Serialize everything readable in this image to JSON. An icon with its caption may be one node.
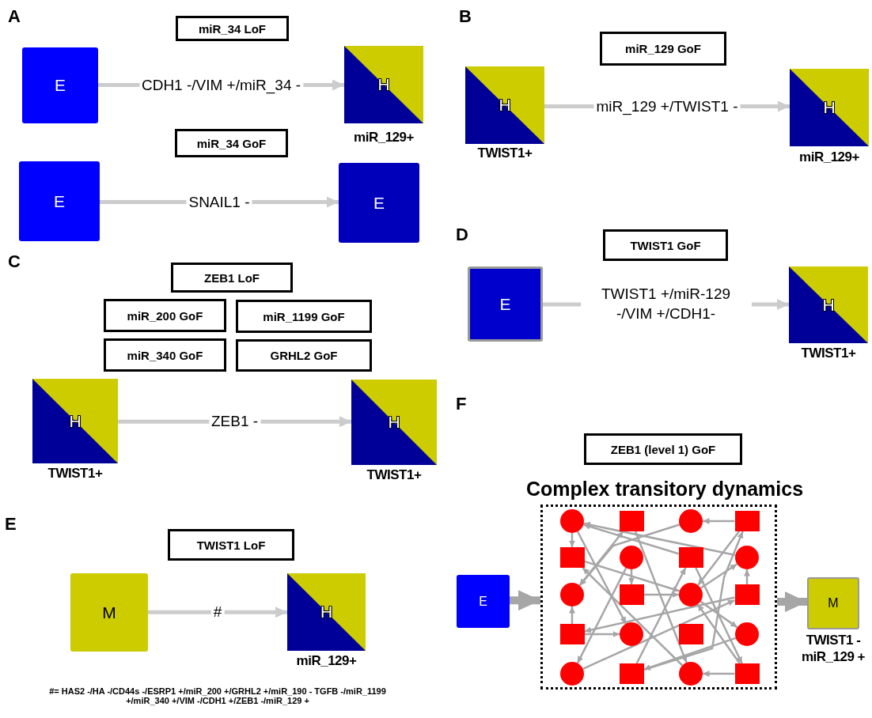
{
  "diagram": {
    "nodes": [
      {
        "text": [
          "miR_34 LoF"
        ]
      },
      {
        "text": [
          "E"
        ]
      },
      {
        "text": [
          "H"
        ],
        "beside": [
          "miR_129+"
        ]
      },
      {
        "text": [
          "miR_34 GoF"
        ]
      },
      {
        "text": [
          "E"
        ]
      },
      {
        "text": [
          "E"
        ]
      },
      {
        "text": [
          "miR_129 GoF"
        ]
      },
      {
        "text": [
          "H"
        ],
        "beside": [
          "TWIST1+"
        ]
      },
      {
        "text": [
          "H"
        ],
        "beside": [
          "miR_129+"
        ]
      },
      {
        "text": [
          "ZEB1 LoF"
        ]
      },
      {
        "text": [
          "miR_200 GoF"
        ]
      },
      {
        "text": [
          "miR_1199 GoF"
        ]
      },
      {
        "text": [
          "miR_340 GoF"
        ]
      },
      {
        "text": [
          "GRHL2 GoF"
        ]
      },
      {
        "text": [
          "H"
        ],
        "beside": [
          "TWIST1+"
        ]
      },
      {
        "text": [
          "H"
        ],
        "beside": [
          "TWIST1+"
        ]
      },
      {
        "text": [
          "TWIST1 GoF"
        ]
      },
      {
        "text": [
          "E"
        ]
      },
      {
        "text": [
          "H"
        ],
        "beside": [
          "TWIST1+"
        ]
      },
      {
        "text": [
          "TWIST1 LoF"
        ]
      },
      {
        "text": [
          "M"
        ]
      },
      {
        "text": [
          "H"
        ],
        "beside": [
          "miR_129+"
        ]
      },
      {
        "text": [
          "ZEB1 (level 1) GoF"
        ]
      },
      {
        "text": [
          "E"
        ]
      },
      {
        "text": [
          "Complex transitory dynamics"
        ]
      },
      {
        "text": [],
        "shape": "circle",
        "in": 24
      },
      {
        "text": [],
        "shape": "box",
        "in": 24
      },
      {
        "text": [],
        "shape": "circle",
        "in": 24
      },
      {
        "text": [],
        "shape": "box",
        "in": 24
      },
      {
        "text": [],
        "shape": "box",
        "in": 24
      },
      {
        "text": [],
        "shape": "circle",
        "in": 24
      },
      {
        "text": [],
        "shape": "box",
        "in": 24
      },
      {
        "text": [],
        "shape": "circle",
        "in": 24
      },
      {
        "text": [],
        "shape": "circle",
        "in": 24
      },
      {
        "text": [],
        "shape": "box",
        "in": 24
      },
      {
        "text": [],
        "shape": "circle",
        "in": 24
      },
      {
        "text": [],
        "shape": "box",
        "in": 24
      },
      {
        "text": [],
        "shape": "box",
        "in": 24
      },
      {
        "text": [],
        "shape": "circle",
        "in": 24
      },
      {
        "text": [],
        "shape": "box",
        "in": 24
      },
      {
        "text": [],
        "shape": "circle",
        "in": 24
      },
      {
        "text": [],
        "shape": "circle",
        "in": 24
      },
      {
        "text": [],
        "shape": "box",
        "in": 24
      },
      {
        "text": [],
        "shape": "circle",
        "in": 24
      },
      {
        "text": [],
        "shape": "box",
        "in": 24
      },
      {
        "text": [
          "M"
        ],
        "beside": [
          "TWIST1 - miR_129 +"
        ]
      }
    ],
    "edges": [
      {
        "from": 1,
        "to": 2,
        "arrow": "to",
        "label": "CDH1 -/VIM +/miR_34 -",
        "style": "thick",
        "color": "#cccccc"
      },
      {
        "from": 4,
        "to": 5,
        "arrow": "to",
        "label": "SNAIL1 -",
        "style": "thick",
        "color": "#cccccc"
      },
      {
        "from": 7,
        "to": 8,
        "arrow": "to",
        "label": "miR_129 +/TWIST1 -",
        "style": "thick",
        "color": "#cccccc"
      },
      {
        "from": 14,
        "to": 15,
        "arrow": "to",
        "label": "ZEB1 -",
        "style": "thick",
        "color": "#cccccc"
      },
      {
        "from": 17,
        "to": 18,
        "arrow": "to",
        "label": "TWIST1 +/miR-129 -/VIM +/CDH1-",
        "style": "thick",
        "color": "#cccccc"
      },
      {
        "from": 20,
        "to": 21,
        "arrow": "to",
        "label": "#",
        "style": "thick",
        "color": "#cccccc"
      },
      {
        "from": 23,
        "to": 24,
        "arrow": "to",
        "style": "thick"
      },
      {
        "from": 24,
        "to": 45,
        "arrow": "to",
        "style": "thick"
      },
      {
        "from": 25,
        "to": 29,
        "arrow": "to"
      },
      {
        "from": 28,
        "to": 27,
        "arrow": "to"
      },
      {
        "from": 30,
        "to": 34,
        "arrow": "to"
      },
      {
        "from": 36,
        "to": 32,
        "arrow": "to"
      },
      {
        "from": 37,
        "to": 33,
        "arrow": "to"
      },
      {
        "from": 37,
        "to": 38,
        "arrow": "to"
      },
      {
        "from": 44,
        "to": 43,
        "arrow": "to"
      },
      {
        "from": 34,
        "to": 35,
        "arrow": "to"
      },
      {
        "from": 36,
        "to": 37,
        "arrow": "to"
      },
      {
        "from": 40,
        "to": 42,
        "arrow": "to"
      },
      {
        "from": 32,
        "to": 25,
        "arrow": "to"
      },
      {
        "from": 31,
        "to": 25,
        "arrow": "to"
      },
      {
        "from": 41,
        "to": 36,
        "arrow": "to"
      },
      {
        "from": 27,
        "to": 33,
        "arrow": "to"
      },
      {
        "from": 26,
        "to": 33,
        "arrow": "both"
      },
      {
        "from": 29,
        "to": 35,
        "arrow": "to"
      },
      {
        "from": 25,
        "to": 38,
        "arrow": "to"
      },
      {
        "from": 42,
        "to": 28,
        "arrow": "to"
      },
      {
        "from": 35,
        "to": 32,
        "arrow": "to"
      },
      {
        "from": 43,
        "to": 29,
        "arrow": "to"
      },
      {
        "from": 30,
        "to": 41,
        "arrow": "to"
      },
      {
        "from": 26,
        "to": 43,
        "arrow": "to"
      },
      {
        "from": 28,
        "to": 35,
        "arrow": "to"
      },
      {
        "from": 31,
        "to": 44,
        "arrow": "to"
      },
      {
        "from": 35,
        "to": 40,
        "arrow": "to"
      },
      {
        "from": 44,
        "to": 35,
        "arrow": "to"
      },
      {
        "from": 42,
        "to": 31,
        "arrow": "to"
      }
    ],
    "labels": [
      "A",
      "B",
      "C",
      "D",
      "E",
      "F",
      "#= HAS2 -/HA -/CD44s -/ESRP1 +/miR_200 +/GRHL2 +/miR_190 - TGFB -/miR_1199 +/miR_340 +/VIM -/CDH1 +/ZEB1 -/miR_129 +"
    ]
  }
}
